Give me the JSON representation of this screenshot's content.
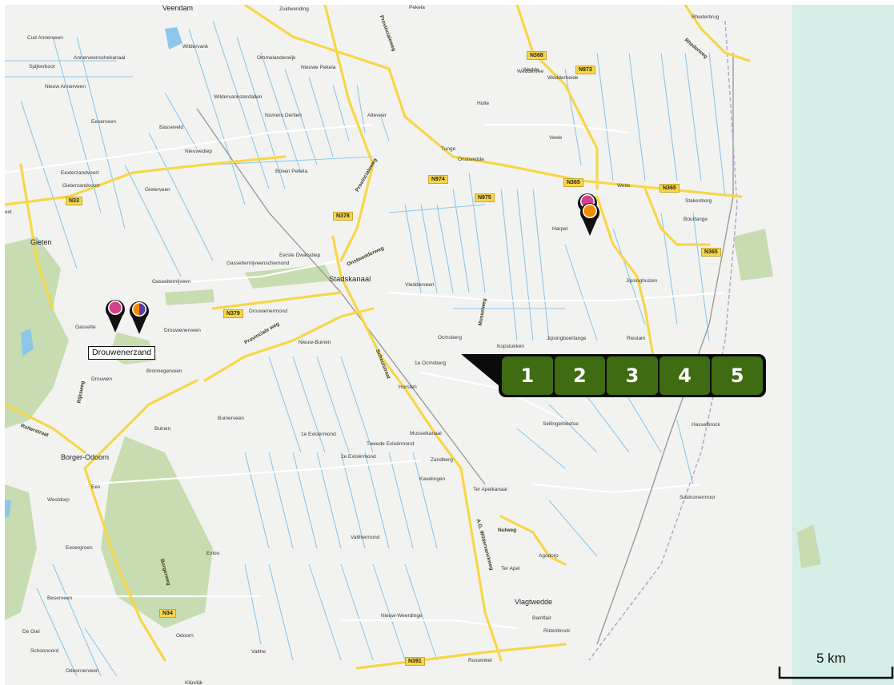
{
  "colors": {
    "map_background": "#f2f3f1",
    "water_strip": "#d6eee8",
    "canal": "#8ec6ea",
    "forest": "#c7dcb0",
    "main_road": "#f7d648",
    "step_button": "#3f6b12",
    "step_bar": "#0b0b0b",
    "pin_magenta": "#d6418c",
    "pin_orange": "#f08a00",
    "pin_purple": "#5a3ea0"
  },
  "places": [
    {
      "name": "Veendam"
    },
    {
      "name": "Zuidwending"
    },
    {
      "name": "Pekela"
    },
    {
      "name": "Rhederbrug"
    },
    {
      "name": "Cud Annerveen"
    },
    {
      "name": "Annerveenschekanaal"
    },
    {
      "name": "Wildervank"
    },
    {
      "name": "Ommelanderwijk"
    },
    {
      "name": "Weddervee"
    },
    {
      "name": "Spijkerboor"
    },
    {
      "name": "Nieuwe Pekela"
    },
    {
      "name": "Wedde"
    },
    {
      "name": "Wedderheide"
    },
    {
      "name": "Nieuw Annerveen"
    },
    {
      "name": "Wildervanksterdallen"
    },
    {
      "name": "Numero Dertien"
    },
    {
      "name": "Holte"
    },
    {
      "name": "Eeserveen"
    },
    {
      "name": "Alteveer"
    },
    {
      "name": "Basseveld"
    },
    {
      "name": "Veele"
    },
    {
      "name": "Nieuwediep"
    },
    {
      "name": "Tunge"
    },
    {
      "name": "Onstwedde"
    },
    {
      "name": "Eexterzandvoort"
    },
    {
      "name": "Boven Pekela"
    },
    {
      "name": "Gieterzandvoort"
    },
    {
      "name": "Gieterveen"
    },
    {
      "name": "Weite"
    },
    {
      "name": "Stakenborg"
    },
    {
      "name": "Bourtange"
    },
    {
      "name": "Gieten"
    },
    {
      "name": "Harpel"
    },
    {
      "name": "Eerste Dwarsdiep"
    },
    {
      "name": "Gasselternijveenschemond"
    },
    {
      "name": "Stadskanaal"
    },
    {
      "name": "Vledderveen"
    },
    {
      "name": "Gasselternijveen"
    },
    {
      "name": "Jipsinghuizen"
    },
    {
      "name": "Drouwenermond"
    },
    {
      "name": "Gasselte"
    },
    {
      "name": "Drouwenerveen"
    },
    {
      "name": "Nieuw-Buinen"
    },
    {
      "name": "Ocmsberg"
    },
    {
      "name": "Kopstukken"
    },
    {
      "name": "Jipsingboertange"
    },
    {
      "name": "Rieslam"
    },
    {
      "name": "Bronnegerveen"
    },
    {
      "name": "1e Ocmsberg"
    },
    {
      "name": "Drouwen"
    },
    {
      "name": "Horsten"
    },
    {
      "name": "Sellingerbeetse"
    },
    {
      "name": "Hasselbrock"
    },
    {
      "name": "Buinerveen"
    },
    {
      "name": "Buinen"
    },
    {
      "name": "1e Exloërmond"
    },
    {
      "name": "Tweede Exloërmond"
    },
    {
      "name": "Musselkanaal"
    },
    {
      "name": "Borger-Odoorn"
    },
    {
      "name": "2e Exloërmond"
    },
    {
      "name": "Zandberg"
    },
    {
      "name": "Ees"
    },
    {
      "name": "Kavelingen"
    },
    {
      "name": "Westdorp"
    },
    {
      "name": "Ter Apelkanaal"
    },
    {
      "name": "Sustrumermoor"
    },
    {
      "name": "Valthermond"
    },
    {
      "name": "Eesergroen"
    },
    {
      "name": "Exloo"
    },
    {
      "name": "Ter Apel"
    },
    {
      "name": "Agodorp"
    },
    {
      "name": "Beserveen"
    },
    {
      "name": "Vlagtwedde"
    },
    {
      "name": "De Giel"
    },
    {
      "name": "Nieuw-Weerdinge"
    },
    {
      "name": "Bamflair"
    },
    {
      "name": "Odoorn"
    },
    {
      "name": "Rütenbrock"
    },
    {
      "name": "Schoonoord"
    },
    {
      "name": "Valthe"
    },
    {
      "name": "Roswinkel"
    },
    {
      "name": "Odoornerveen"
    },
    {
      "name": "Klijndijk"
    },
    {
      "name": "ext"
    }
  ],
  "road_shields": [
    {
      "label": "N368"
    },
    {
      "label": "N973"
    },
    {
      "label": "N365"
    },
    {
      "label": "N365"
    },
    {
      "label": "N974"
    },
    {
      "label": "N975"
    },
    {
      "label": "N378"
    },
    {
      "label": "N33"
    },
    {
      "label": "N379"
    },
    {
      "label": "N365"
    },
    {
      "label": "N34"
    },
    {
      "label": "N391"
    }
  ],
  "road_names": [
    {
      "label": "Provincialeweg"
    },
    {
      "label": "Provincialeweg"
    },
    {
      "label": "Rhederweg"
    },
    {
      "label": "Onstwedderweg"
    },
    {
      "label": "Provinciale weg"
    },
    {
      "label": "Scheolstraat"
    },
    {
      "label": "Musselweg"
    },
    {
      "label": "Rijksweg"
    },
    {
      "label": "Ruiterstraat"
    },
    {
      "label": "Borgerweg"
    },
    {
      "label": "A.G. Wildervanckweg"
    },
    {
      "label": "Nulweg"
    }
  ],
  "markers": {
    "drouwenerzand_label": "Drouwenerzand"
  },
  "steps": {
    "items": [
      {
        "label": "1"
      },
      {
        "label": "2"
      },
      {
        "label": "3"
      },
      {
        "label": "4"
      },
      {
        "label": "5"
      }
    ]
  },
  "scale": {
    "label": "5 km"
  }
}
